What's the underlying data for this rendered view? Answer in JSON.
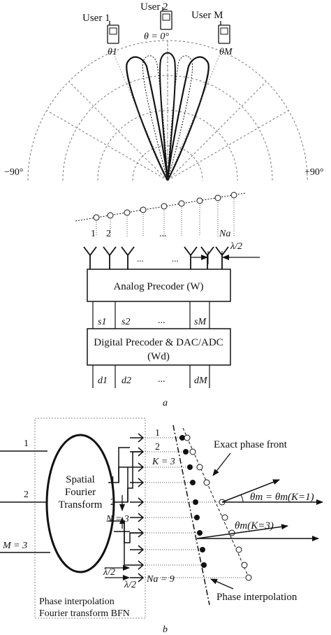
{
  "panel_a": {
    "users": [
      "User 1",
      "User 2",
      "User M"
    ],
    "theta_1": "θ1",
    "theta_0": "θ = 0°",
    "theta_m": "θM",
    "angle_left": "−90°",
    "angle_right": "+90°",
    "element_labels": [
      "1",
      "2",
      "...",
      "Na"
    ],
    "dots": "...",
    "lambda_half": "λ/2",
    "analog_precoder": "Analog Precoder (W)",
    "s_labels": [
      "s1",
      "s2",
      "sM"
    ],
    "digital_precoder": "Digital Precoder & DAC/ADC",
    "digital_weight": "(Wd)",
    "d_labels": [
      "d1",
      "d2",
      "dM"
    ],
    "caption": "a"
  },
  "panel_b": {
    "sft": [
      "Spatial",
      "Fourier",
      "Transform"
    ],
    "ports": [
      "1",
      "2"
    ],
    "m_eq": "M = 3",
    "n_eq": "N = 3",
    "k_eq": "K = 3",
    "na_eq": "Na = 9",
    "exact_phase_front": "Exact phase front",
    "theta_k1": "θm = θm(K=1)",
    "theta_k3": "θm(K=3)",
    "phase_interpolation": "Phase interpolation",
    "bfn_caption": [
      "Phase interpolation",
      "Fourier transform BFN"
    ],
    "caption": "b"
  }
}
